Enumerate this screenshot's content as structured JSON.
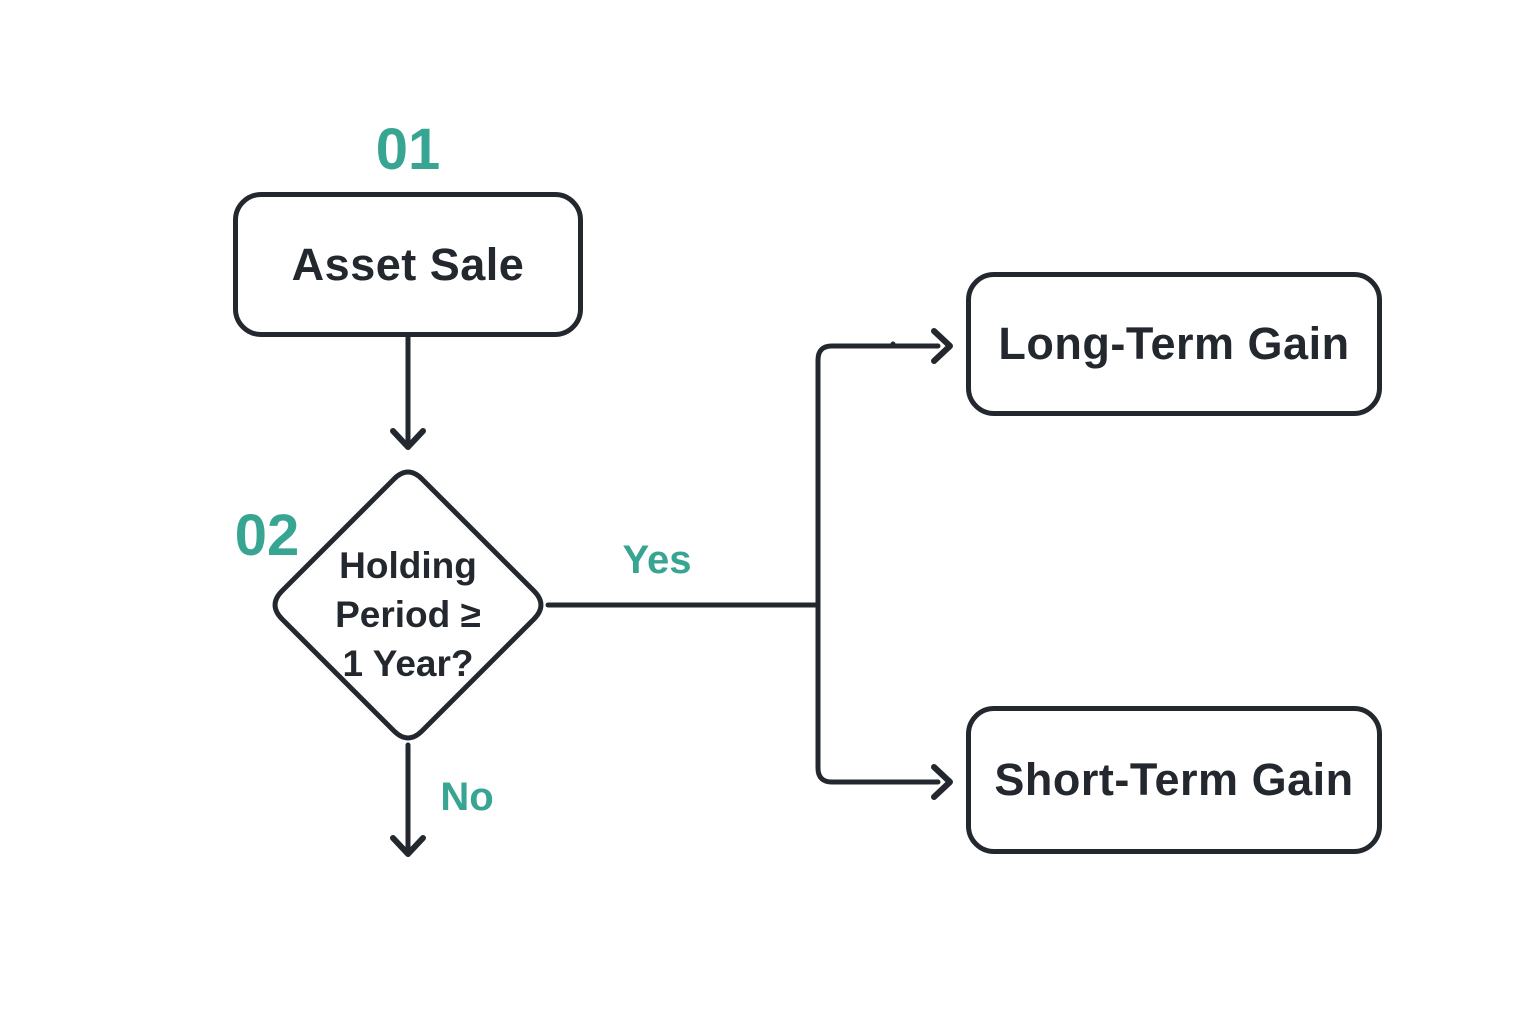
{
  "colors": {
    "ink": "#23282f",
    "accent_teal": "#38a593",
    "node_fill": "#ffffff",
    "background": "#ffffff"
  },
  "nodes": [
    {
      "id": "asset-sale",
      "step": "01",
      "label": "Asset Sale",
      "shape": "rounded-rect"
    },
    {
      "id": "holding-period",
      "step": "02",
      "label": "Holding\nPeriod ≥\n1 Year?",
      "shape": "diamond"
    },
    {
      "id": "long-term-gain",
      "label": "Long-Term Gain",
      "shape": "rounded-rect"
    },
    {
      "id": "short-term-gain",
      "label": "Short-Term Gain",
      "shape": "rounded-rect"
    }
  ],
  "edge_labels": {
    "yes": "Yes",
    "no": "No"
  },
  "edges": [
    {
      "from": "asset-sale",
      "to": "holding-period"
    },
    {
      "from": "holding-period",
      "to": "long-term-gain",
      "label": "Yes"
    },
    {
      "from": "holding-period",
      "to": "short-term-gain"
    },
    {
      "from": "holding-period",
      "to": "offpage-bottom",
      "label": "No"
    }
  ]
}
